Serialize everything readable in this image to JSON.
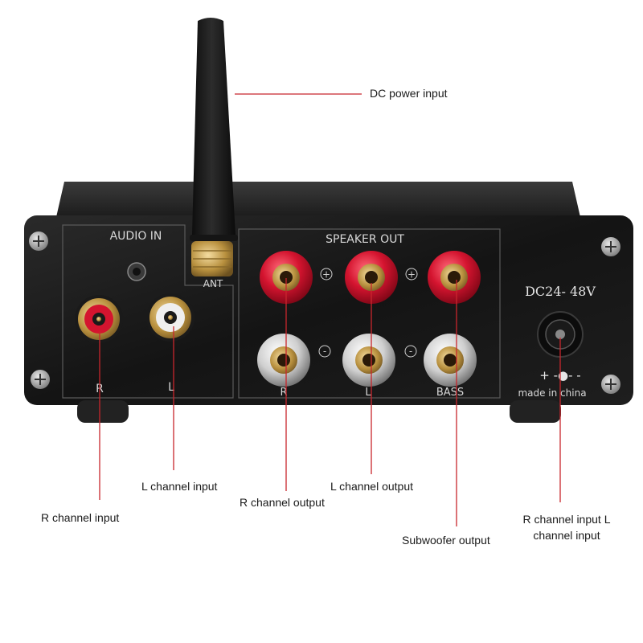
{
  "device": {
    "panel_labels": {
      "audio_in": "AUDIO IN",
      "speaker_out": "SPEAKER OUT",
      "antenna": "ANT",
      "rca_right": "R",
      "rca_left": "L",
      "spk_right": "R",
      "spk_left": "L",
      "spk_bass": "BASS",
      "plus": "+",
      "minus": "-",
      "voltage": "DC24- 48V",
      "polarity": "+ -●- -",
      "origin": "made in china"
    },
    "colors": {
      "chassis": "#161616",
      "chassis_top": "#2a2a2a",
      "print": "#d8d8d8",
      "callout_line": "#c8262d",
      "terminal_red": "#c8102e",
      "terminal_clear": "#d9d9d9",
      "gold": "#c9a55a"
    }
  },
  "callouts": {
    "dc_power": "DC power input",
    "l_channel_input": "L channel input",
    "r_channel_input": "R channel input",
    "r_channel_output": "R channel output",
    "l_channel_output": "L channel output",
    "subwoofer_output": "Subwoofer output",
    "rl_channel_input": "R channel input L channel input"
  }
}
